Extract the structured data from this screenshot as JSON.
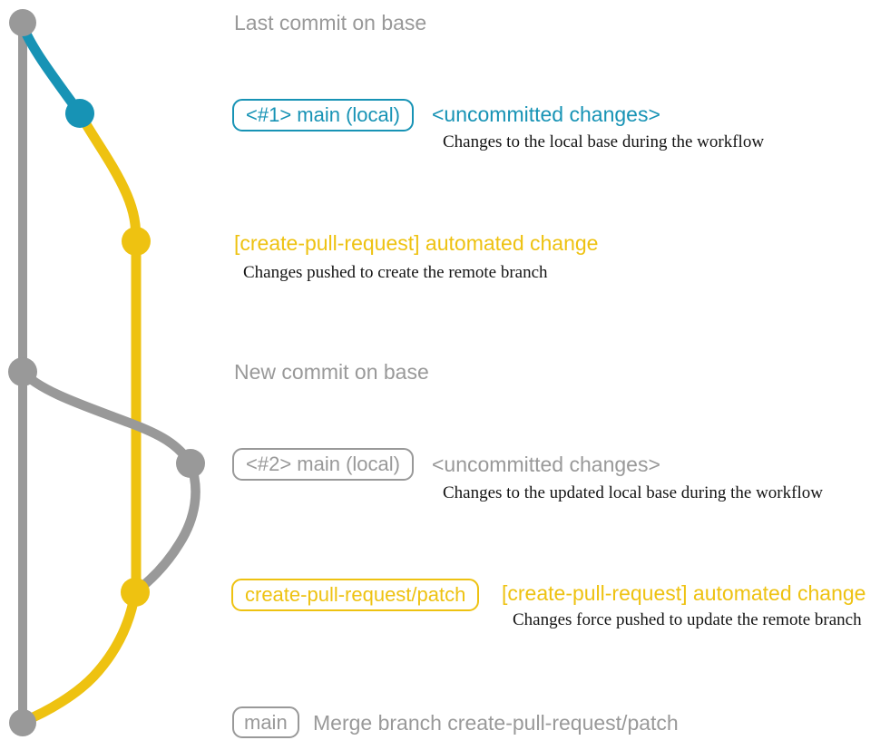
{
  "colors": {
    "gray": "#999999",
    "teal": "#1793b5",
    "yellow": "#eec211",
    "ink": "#141414"
  },
  "graph": {
    "branches": [
      "base (gray)",
      "main local (teal)",
      "create-pull-request/patch (yellow)"
    ],
    "commit_dots": [
      "base-tip",
      "local-main-1",
      "patch-push-1",
      "base-new",
      "local-main-2",
      "patch-push-2",
      "base-merge"
    ]
  },
  "rows": {
    "r1": {
      "label": "Last commit on base"
    },
    "r2": {
      "badge": "<#1> main (local)",
      "note": "<uncommitted changes>",
      "desc": "Changes to the local base during the workflow"
    },
    "r3": {
      "note": "[create-pull-request] automated change",
      "desc": "Changes pushed to create the remote branch"
    },
    "r4": {
      "label": "New commit on base"
    },
    "r5": {
      "badge": "<#2> main (local)",
      "note": "<uncommitted changes>",
      "desc": "Changes to the updated local base during the workflow"
    },
    "r6": {
      "badge": "create-pull-request/patch",
      "note": "[create-pull-request] automated change",
      "desc": "Changes force pushed to update the remote branch"
    },
    "r7": {
      "badge": "main",
      "label": "Merge branch create-pull-request/patch"
    }
  }
}
